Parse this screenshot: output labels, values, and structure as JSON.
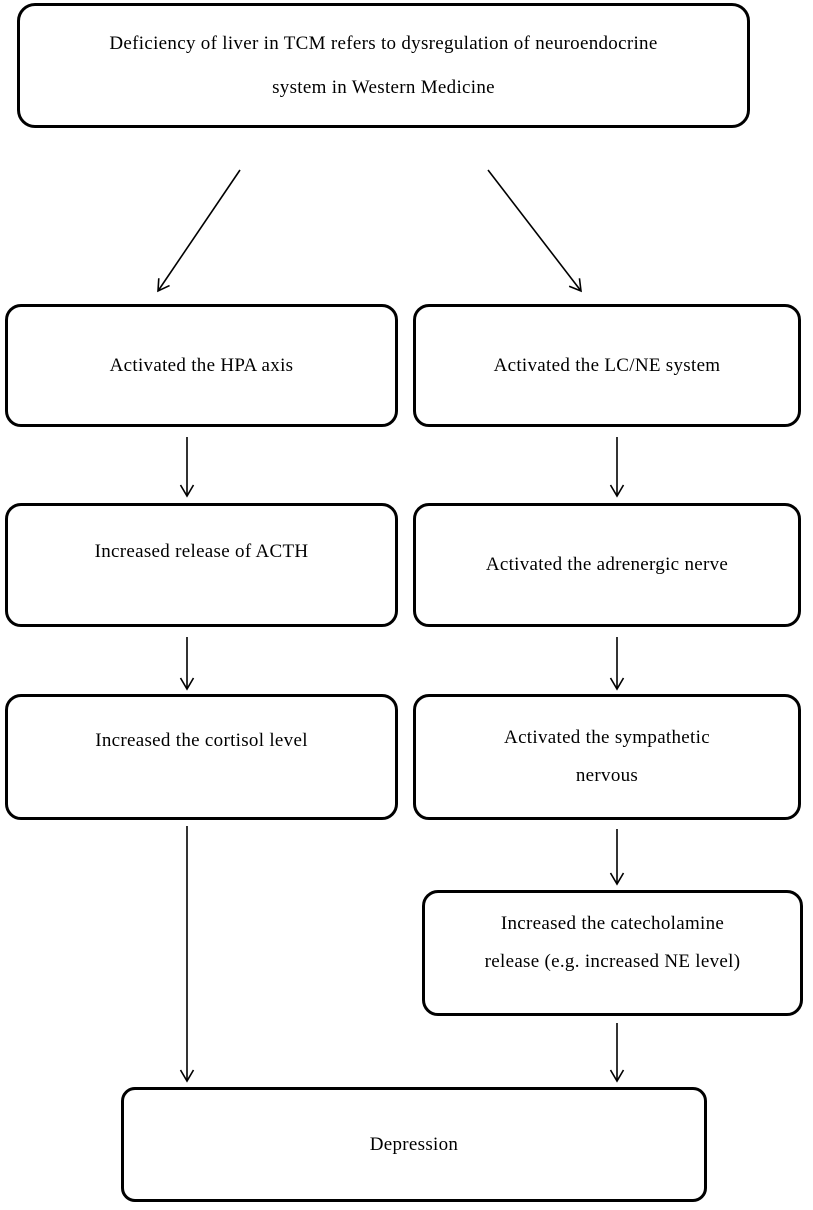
{
  "nodes": {
    "title": {
      "label": "Deficiency of liver in TCM refers to dysregulation of neuroendocrine\nsystem in Western Medicine"
    },
    "hpa": {
      "label": "Activated the HPA axis"
    },
    "acth": {
      "label": "Increased release of ACTH"
    },
    "cortisol": {
      "label": "Increased the cortisol level"
    },
    "lcne": {
      "label": "Activated the LC/NE system"
    },
    "adrenergic": {
      "label": "Activated the adrenergic nerve"
    },
    "sympathetic": {
      "label": "Activated the sympathetic\nnervous"
    },
    "catecholamine": {
      "label": "Increased the catecholamine\nrelease (e.g. increased NE level)"
    },
    "depression": {
      "label": "Depression"
    }
  },
  "edges": [
    {
      "from": "title",
      "to": "hpa"
    },
    {
      "from": "title",
      "to": "lcne"
    },
    {
      "from": "hpa",
      "to": "acth"
    },
    {
      "from": "acth",
      "to": "cortisol"
    },
    {
      "from": "cortisol",
      "to": "depression"
    },
    {
      "from": "lcne",
      "to": "adrenergic"
    },
    {
      "from": "adrenergic",
      "to": "sympathetic"
    },
    {
      "from": "sympathetic",
      "to": "catecholamine"
    },
    {
      "from": "catecholamine",
      "to": "depression"
    }
  ],
  "colors": {
    "box_border": "#000000",
    "box_background": "#ffffff",
    "text": "#000000",
    "arrow": "#000000",
    "page_background": "#ffffff"
  }
}
